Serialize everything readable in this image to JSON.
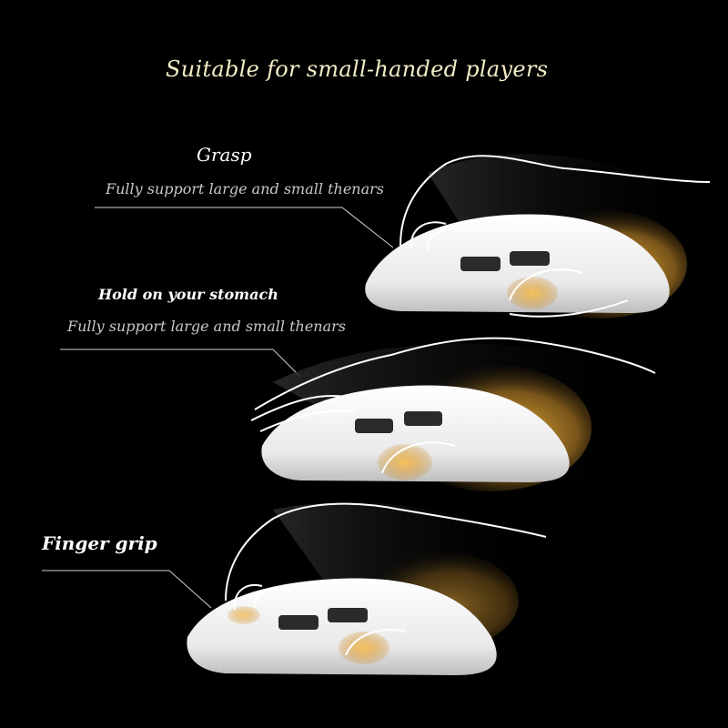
{
  "headline": "Suitable for small-handed players",
  "grips": [
    {
      "title": "Grasp",
      "description": "Fully support large and small thenars"
    },
    {
      "title": "Hold on your stomach",
      "description": "Fully support large and small thenars"
    },
    {
      "title": "Finger grip",
      "description": ""
    }
  ],
  "colors": {
    "background": "#000000",
    "headline": "#f2ecc6",
    "glow": "#f0b43c",
    "mouse_body": "#f2f2f2",
    "outline": "#ffffff"
  }
}
